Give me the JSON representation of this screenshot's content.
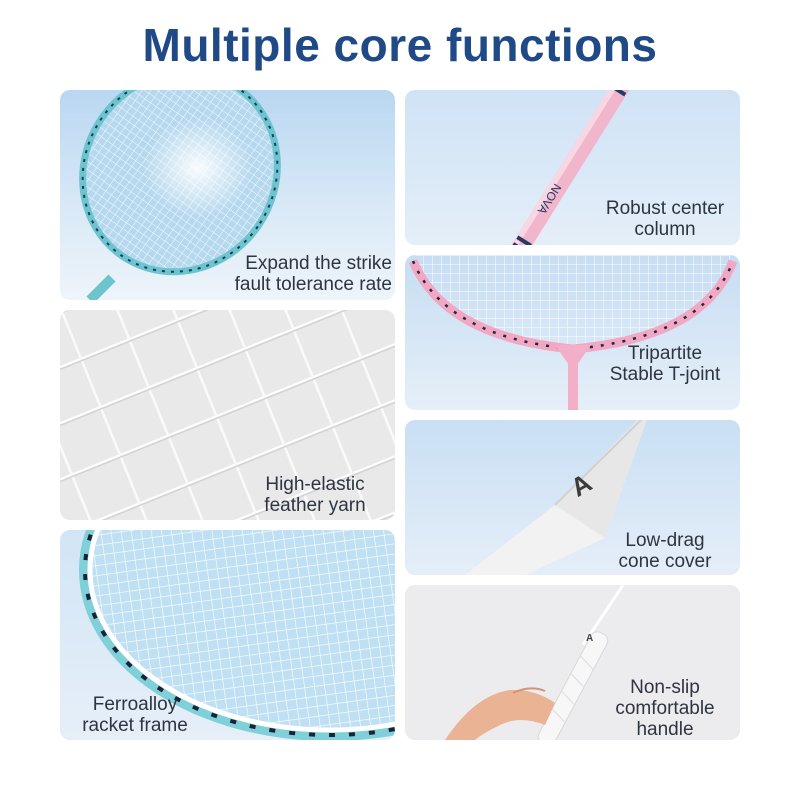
{
  "title": "Multiple core functions",
  "panels": [
    {
      "caption_line1": "Expand the strike",
      "caption_line2": "fault tolerance rate"
    },
    {
      "caption_line1": "Robust center",
      "caption_line2": "column"
    },
    {
      "caption_line1": "Tripartite",
      "caption_line2": "Stable T-joint"
    },
    {
      "caption_line1": "High-elastic",
      "caption_line2": "feather yarn"
    },
    {
      "caption_line1": "Low-drag",
      "caption_line2": "cone cover"
    },
    {
      "caption_line1": "Ferroalloy",
      "caption_line2": "racket frame"
    },
    {
      "caption_line1": "Non-slip",
      "caption_line2": "comfortable",
      "caption_line3": "handle"
    }
  ],
  "shaft_text": "NOVA",
  "logo_letter": "A",
  "colors": {
    "title": "#1f4a86",
    "caption": "#2e3440",
    "frame_teal": "#6cc4cf",
    "frame_pink": "#f2a7c3",
    "panel_blue": "#cfe3f6",
    "panel_gray": "#e9e9ea"
  }
}
